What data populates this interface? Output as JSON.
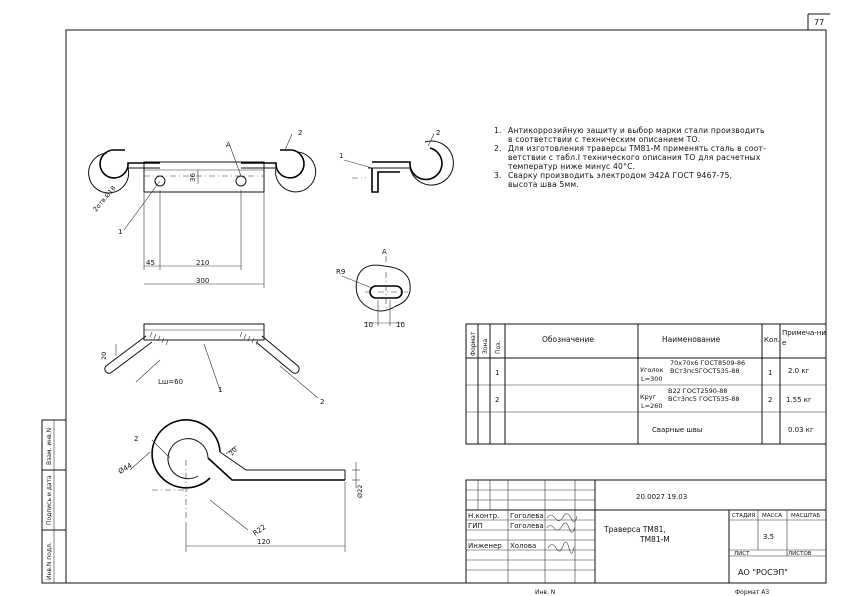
{
  "sheet": {
    "page_number": "77",
    "format": "Формат A3",
    "inv_no": "Инв. N"
  },
  "side_stamp": [
    "Взам. инв.N",
    "Подпись и дата",
    "Инв.N подл."
  ],
  "notes": [
    {
      "num": "1.",
      "lines": [
        "Антикоррозийную защиту и выбор марки стали производить",
        "в соответствии с техническим описанием ТО."
      ]
    },
    {
      "num": "2.",
      "lines": [
        "Для изготовления траверсы ТМ81-М применять сталь в соот-",
        "ветствии с табл.I технического описания ТО для расчетных",
        "температур ниже минус 40°С."
      ]
    },
    {
      "num": "3.",
      "lines": [
        "Сварку производить электродом Э42А ГОСТ 9467-75,",
        "высота шва 5мм."
      ]
    }
  ],
  "dimensions": {
    "holes": "2отв.Ø18",
    "d36": "36",
    "d45": "45",
    "d210": "210",
    "d300": "300",
    "view_a": "A",
    "r9": "R9",
    "d10a": "10",
    "d10b": "10",
    "d20": "20",
    "lw": "Lш=60",
    "d44": "Ø44",
    "d20b": "20",
    "r22": "R22",
    "d22": "Ø22",
    "d120": "120"
  },
  "callouts": {
    "c1": "1",
    "c2": "2"
  },
  "spec_table": {
    "headers": {
      "format": "Формат",
      "zone": "Зона",
      "pos": "Поз.",
      "designation": "Обозначение",
      "name": "Наименование",
      "qty": "Кол.",
      "note": "Примеча-ние"
    },
    "rows": [
      {
        "pos": "1",
        "name_prefix": "Уголок",
        "name_line1": "70х70х6 ГОСТ8509-86",
        "name_line2": "ВСт3пс5ГОСТ535-88",
        "length": "L=300",
        "qty": "1",
        "note": "2.0 кг"
      },
      {
        "pos": "2",
        "name_prefix": "Круг",
        "name_line1": "В22 ГОСТ2590-88",
        "name_line2": "ВСт3пс5 ГОСТ535-88",
        "length": "L=260",
        "qty": "2",
        "note": "1.55 кг"
      },
      {
        "pos": "",
        "name_prefix": "",
        "name_line1": "Сварные швы",
        "name_line2": "",
        "length": "",
        "qty": "",
        "note": "0.03 кг"
      }
    ]
  },
  "title_block": {
    "doc_code": "20.0027 19.03",
    "rows": [
      {
        "role": "Н.контр.",
        "name": "Гоголева"
      },
      {
        "role": "ГИП",
        "name": "Гоголева"
      },
      {
        "role": "Инженер",
        "name": "Холова"
      }
    ],
    "title_line1": "Траверса ТМ81,",
    "title_line2": "ТМ81-М",
    "stage_label": "СТАДИЯ",
    "mass_label": "МАССА",
    "scale_label": "МАСШТАБ",
    "mass_value": "3.5",
    "sheet_label": "ЛИСТ",
    "sheets_label": "ЛИСТОВ",
    "org": "АО \"РОСЭП\""
  }
}
